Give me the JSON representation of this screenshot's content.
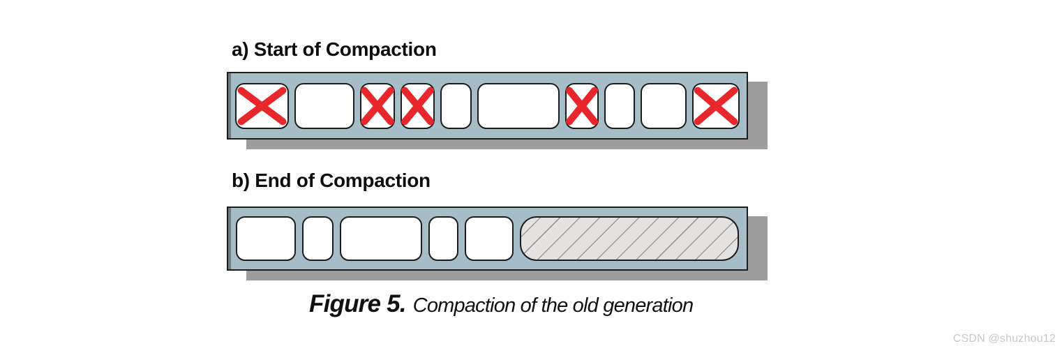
{
  "panel_a": {
    "title": "a) Start of Compaction",
    "blocks": [
      {
        "width": 77,
        "state": "dead"
      },
      {
        "width": 86,
        "state": "live"
      },
      {
        "width": 50,
        "state": "dead"
      },
      {
        "width": 49,
        "state": "dead"
      },
      {
        "width": 45,
        "state": "live"
      },
      {
        "width": 118,
        "state": "live"
      },
      {
        "width": 48,
        "state": "dead"
      },
      {
        "width": 44,
        "state": "live"
      },
      {
        "width": 66,
        "state": "live"
      },
      {
        "width": 68,
        "state": "dead"
      }
    ]
  },
  "panel_b": {
    "title": "b) End of Compaction",
    "blocks": [
      {
        "width": 86,
        "state": "live"
      },
      {
        "width": 45,
        "state": "live"
      },
      {
        "width": 118,
        "state": "live"
      },
      {
        "width": 43,
        "state": "live"
      },
      {
        "width": 70,
        "state": "live"
      },
      {
        "state": "free"
      }
    ]
  },
  "caption": {
    "label": "Figure 5.",
    "text": "Compaction of the old generation"
  },
  "watermark": "CSDN @shuzhou12",
  "colors": {
    "bar_fill": "#a6bdc8",
    "bar_border": "#1d1d1d",
    "shadow": "#9e9e9e",
    "block_fill": "#ffffff",
    "block_border": "#1c1c1c",
    "x_mark": "#e8272d",
    "hatch_fill": "#e4e1e1",
    "hatch_line": "#9a9a9a"
  }
}
